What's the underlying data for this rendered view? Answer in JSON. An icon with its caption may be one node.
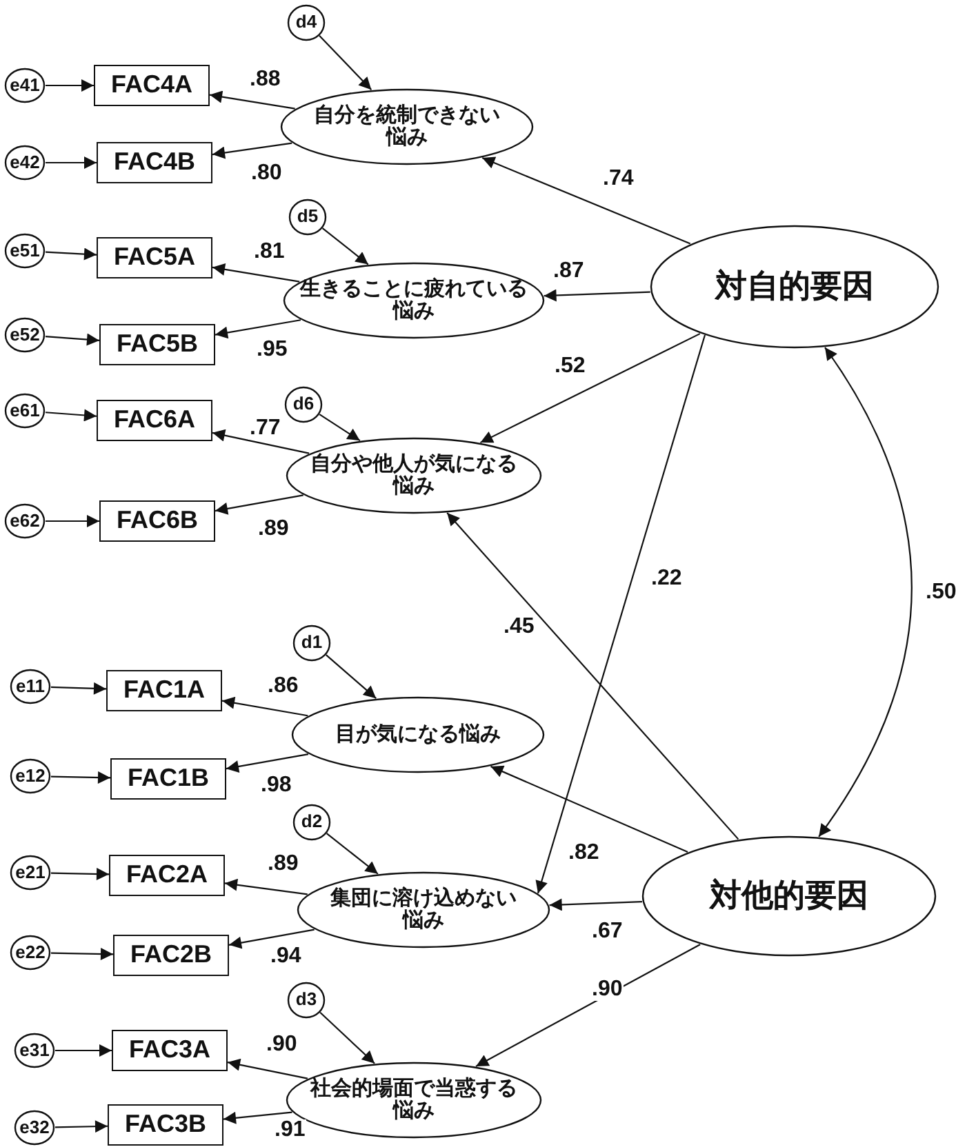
{
  "diagram": {
    "nodes": [
      {
        "text": [
          "e41"
        ]
      },
      {
        "text": [
          "FAC4A"
        ]
      },
      {
        "text": [
          "e42"
        ]
      },
      {
        "text": [
          "FAC4B"
        ]
      },
      {
        "text": [
          "d4"
        ]
      },
      {
        "text": [
          "自分を統制できない悩み"
        ]
      },
      {
        "text": [
          "e51"
        ]
      },
      {
        "text": [
          "FAC5A"
        ]
      },
      {
        "text": [
          "e52"
        ]
      },
      {
        "text": [
          "FAC5B"
        ]
      },
      {
        "text": [
          "d5"
        ]
      },
      {
        "text": [
          "生きることに疲れている悩み"
        ]
      },
      {
        "text": [
          "e61"
        ]
      },
      {
        "text": [
          "FAC6A"
        ]
      },
      {
        "text": [
          "e62"
        ]
      },
      {
        "text": [
          "FAC6B"
        ]
      },
      {
        "text": [
          "d6"
        ]
      },
      {
        "text": [
          "自分や他人が気になる悩み"
        ]
      },
      {
        "text": [
          "e11"
        ]
      },
      {
        "text": [
          "FAC1A"
        ]
      },
      {
        "text": [
          "e12"
        ]
      },
      {
        "text": [
          "FAC1B"
        ]
      },
      {
        "text": [
          "d1"
        ]
      },
      {
        "text": [
          "目が気になる悩み"
        ]
      },
      {
        "text": [
          "e21"
        ]
      },
      {
        "text": [
          "FAC2A"
        ]
      },
      {
        "text": [
          "e22"
        ]
      },
      {
        "text": [
          "FAC2B"
        ]
      },
      {
        "text": [
          "d2"
        ]
      },
      {
        "text": [
          "集団に溶け込めない悩み"
        ]
      },
      {
        "text": [
          "e31"
        ]
      },
      {
        "text": [
          "FAC3A"
        ]
      },
      {
        "text": [
          "e32"
        ]
      },
      {
        "text": [
          "FAC3B"
        ]
      },
      {
        "text": [
          "d3"
        ]
      },
      {
        "text": [
          "社会的場面で当惑する悩み"
        ]
      },
      {
        "text": [
          "対自的要因"
        ]
      },
      {
        "text": [
          "対他的要因"
        ]
      }
    ],
    "edges": [
      {
        "from": 0,
        "to": 1,
        "arrow": "to"
      },
      {
        "from": 2,
        "to": 3,
        "arrow": "to"
      },
      {
        "from": 5,
        "to": 1,
        "arrow": "to",
        "label": ".88"
      },
      {
        "from": 5,
        "to": 3,
        "arrow": "to",
        "label": ".80"
      },
      {
        "from": 4,
        "to": 5,
        "arrow": "to"
      },
      {
        "from": 6,
        "to": 7,
        "arrow": "to"
      },
      {
        "from": 8,
        "to": 9,
        "arrow": "to"
      },
      {
        "from": 11,
        "to": 7,
        "arrow": "to",
        "label": ".81"
      },
      {
        "from": 11,
        "to": 9,
        "arrow": "to",
        "label": ".95"
      },
      {
        "from": 10,
        "to": 11,
        "arrow": "to"
      },
      {
        "from": 12,
        "to": 13,
        "arrow": "to"
      },
      {
        "from": 14,
        "to": 15,
        "arrow": "to"
      },
      {
        "from": 17,
        "to": 13,
        "arrow": "to",
        "label": ".77"
      },
      {
        "from": 17,
        "to": 15,
        "arrow": "to",
        "label": ".89"
      },
      {
        "from": 16,
        "to": 17,
        "arrow": "to"
      },
      {
        "from": 18,
        "to": 19,
        "arrow": "to"
      },
      {
        "from": 20,
        "to": 21,
        "arrow": "to"
      },
      {
        "from": 23,
        "to": 19,
        "arrow": "to",
        "label": ".86"
      },
      {
        "from": 23,
        "to": 21,
        "arrow": "to",
        "label": ".98"
      },
      {
        "from": 22,
        "to": 23,
        "arrow": "to"
      },
      {
        "from": 24,
        "to": 25,
        "arrow": "to"
      },
      {
        "from": 26,
        "to": 27,
        "arrow": "to"
      },
      {
        "from": 29,
        "to": 25,
        "arrow": "to",
        "label": ".89"
      },
      {
        "from": 29,
        "to": 27,
        "arrow": "to",
        "label": ".94"
      },
      {
        "from": 28,
        "to": 29,
        "arrow": "to"
      },
      {
        "from": 30,
        "to": 31,
        "arrow": "to"
      },
      {
        "from": 32,
        "to": 33,
        "arrow": "to"
      },
      {
        "from": 35,
        "to": 31,
        "arrow": "to",
        "label": ".90"
      },
      {
        "from": 35,
        "to": 33,
        "arrow": "to",
        "label": ".91"
      },
      {
        "from": 34,
        "to": 35,
        "arrow": "to"
      },
      {
        "from": 36,
        "to": 5,
        "arrow": "to",
        "label": ".74"
      },
      {
        "from": 36,
        "to": 11,
        "arrow": "to",
        "label": ".87"
      },
      {
        "from": 36,
        "to": 17,
        "arrow": "to",
        "label": ".52"
      },
      {
        "from": 36,
        "to": 29,
        "arrow": "to",
        "label": ".22"
      },
      {
        "from": 36,
        "to": 37,
        "arrow": "both",
        "label": ".50"
      },
      {
        "from": 37,
        "to": 17,
        "arrow": "to",
        "label": ".45"
      },
      {
        "from": 37,
        "to": 23,
        "arrow": "to",
        "label": ".82"
      },
      {
        "from": 37,
        "to": 29,
        "arrow": "to",
        "label": ".67"
      },
      {
        "from": 37,
        "to": 35,
        "arrow": "to",
        "label": ".90"
      }
    ]
  }
}
